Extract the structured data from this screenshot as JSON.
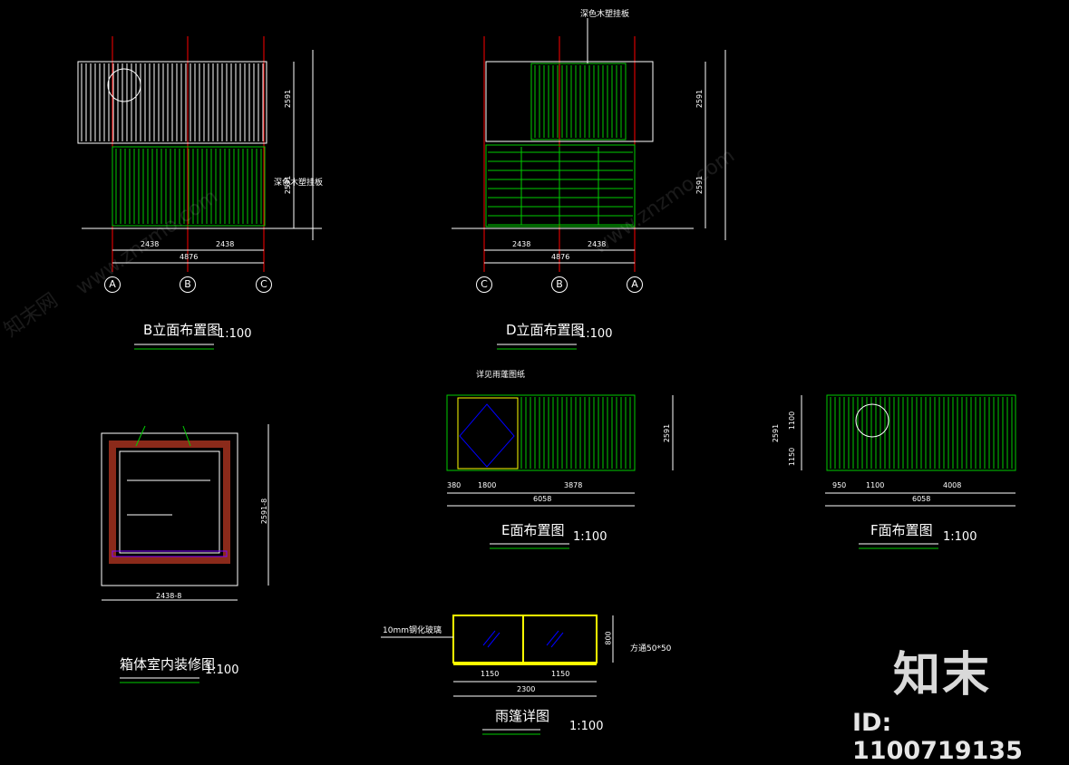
{
  "drawings": {
    "b_elevation": {
      "title": "B立面布置图",
      "scale": "1:100",
      "grid": [
        "A",
        "B",
        "C"
      ],
      "dims": [
        "2438",
        "2438",
        "4876"
      ],
      "heights": [
        "2591",
        "2591"
      ],
      "note": "深色木塑挂板"
    },
    "d_elevation": {
      "title": "D立面布置图",
      "scale": "1:100",
      "grid": [
        "C",
        "B",
        "A"
      ],
      "dims": [
        "2438",
        "2438",
        "4876"
      ],
      "heights": [
        "2591",
        "2591"
      ],
      "note": "深色木塑挂板"
    },
    "interior": {
      "title": "箱体室内装修图",
      "scale": "1:100",
      "width": "2438-8",
      "height": "2591-8"
    },
    "e_plan": {
      "title": "E面布置图",
      "scale": "1:100",
      "dims": [
        "380",
        "1800",
        "3878"
      ],
      "total": "6058",
      "height": "2591",
      "note": "详见雨蓬图纸"
    },
    "f_plan": {
      "title": "F面布置图",
      "scale": "1:100",
      "dims": [
        "950",
        "1100",
        "4008"
      ],
      "total": "6058",
      "heights": [
        "1100",
        "1150",
        "2591"
      ]
    },
    "canopy": {
      "title": "雨篷详图",
      "scale": "1:100",
      "dims": [
        "1150",
        "1150"
      ],
      "total": "2300",
      "height": "800",
      "note_left": "10mm钢化玻璃",
      "note_right": "方通50*50"
    }
  },
  "watermark": {
    "brand": "知末",
    "id": "ID: 1100719135",
    "site": "www.znzmo.com",
    "site_cn": "知末网"
  },
  "colors": {
    "line": "#ffffff",
    "green": "#00cc00",
    "red": "#ff0000",
    "yellow": "#ffff00",
    "blue": "#0000ff",
    "brown": "#8b2a1a"
  }
}
